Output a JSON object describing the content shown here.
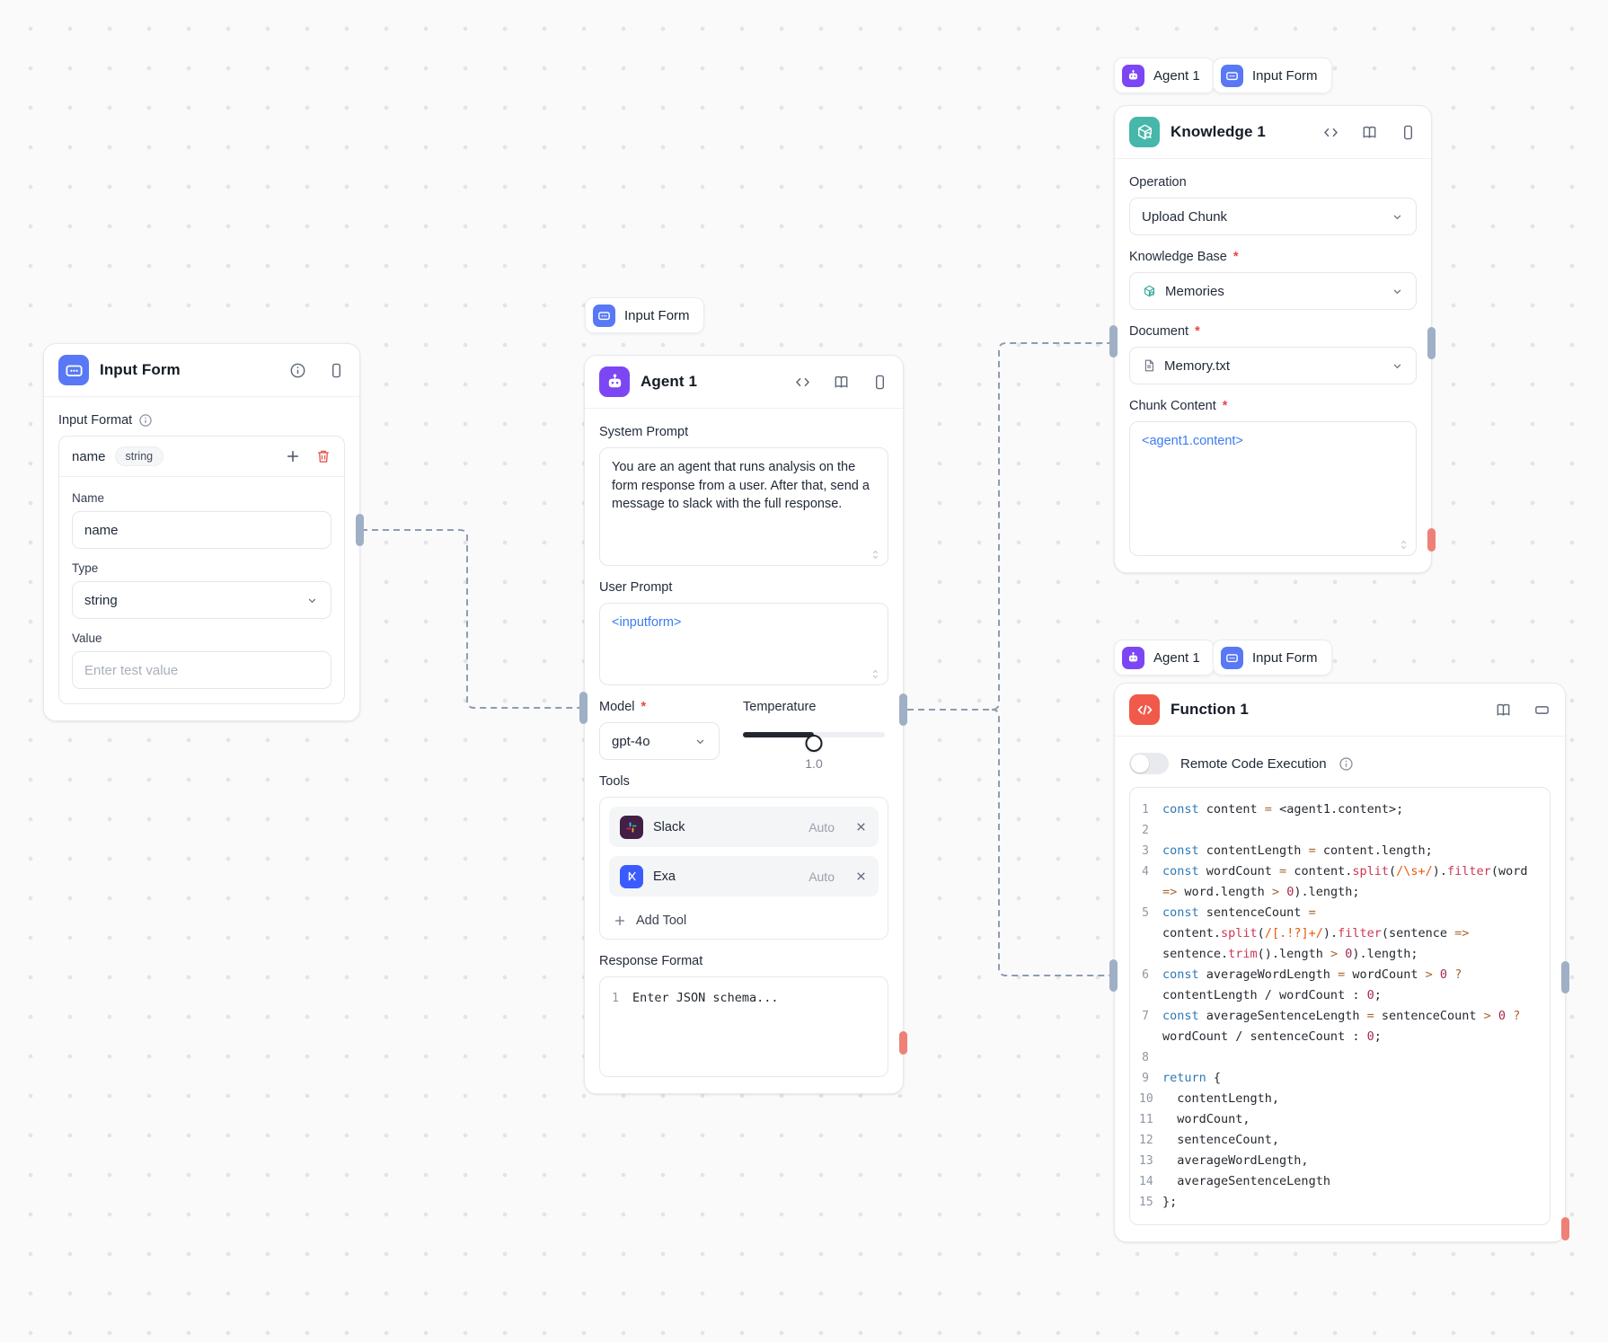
{
  "colors": {
    "input_form_icon": "#5878f6",
    "agent_icon": "#7c46f4",
    "knowledge_icon": "#47b6ab",
    "function_icon": "#f1594b",
    "slack_icon_bg": "#421f44",
    "exa_icon_bg": "#3b5bfd",
    "variable_token": "#3b7cf2",
    "connection_line": "#8e9cb3",
    "io_handle": "#9fb0c6",
    "error_handle": "#ee8077"
  },
  "input_form_node": {
    "title": "Input Form",
    "input_format_label": "Input Format",
    "format_row": {
      "name": "name",
      "type_badge": "string"
    },
    "name_label": "Name",
    "name_value": "name",
    "type_label": "Type",
    "type_value": "string",
    "value_label": "Value",
    "value_placeholder": "Enter test value"
  },
  "agent_node": {
    "chip_label": "Input Form",
    "title": "Agent 1",
    "system_prompt_label": "System Prompt",
    "system_prompt": "You are an agent that runs analysis on the form response from a user. After that, send a message to slack with the full response.",
    "user_prompt_label": "User Prompt",
    "user_prompt": "<inputform>",
    "model_label": "Model",
    "model_value": "gpt-4o",
    "temperature_label": "Temperature",
    "temperature_value": "1.0",
    "tools_label": "Tools",
    "tools": [
      {
        "name": "Slack",
        "mode": "Auto"
      },
      {
        "name": "Exa",
        "mode": "Auto"
      }
    ],
    "add_tool_label": "Add Tool",
    "response_format_label": "Response Format",
    "response_line_number": "1",
    "response_placeholder": "Enter JSON schema..."
  },
  "knowledge_node": {
    "chips": [
      {
        "label": "Agent 1"
      },
      {
        "label": "Input Form"
      }
    ],
    "title": "Knowledge 1",
    "operation_label": "Operation",
    "operation_value": "Upload Chunk",
    "knowledge_base_label": "Knowledge Base",
    "knowledge_base_value": "Memories",
    "document_label": "Document",
    "document_value": "Memory.txt",
    "chunk_content_label": "Chunk Content",
    "chunk_content_value": "<agent1.content>"
  },
  "function_node": {
    "chips": [
      {
        "label": "Agent 1"
      },
      {
        "label": "Input Form"
      }
    ],
    "title": "Function 1",
    "toggle_label": "Remote Code Execution",
    "code_lines": [
      {
        "n": "1",
        "tokens": [
          [
            "kw",
            "const"
          ],
          [
            "id",
            " content "
          ],
          [
            "op",
            "="
          ],
          [
            "id",
            " <agent1.content>;"
          ]
        ]
      },
      {
        "n": "2",
        "tokens": []
      },
      {
        "n": "3",
        "tokens": [
          [
            "kw",
            "const"
          ],
          [
            "id",
            " contentLength "
          ],
          [
            "op",
            "="
          ],
          [
            "id",
            " content.length;"
          ]
        ]
      },
      {
        "n": "4",
        "tokens": [
          [
            "kw",
            "const"
          ],
          [
            "id",
            " wordCount "
          ],
          [
            "op",
            "="
          ],
          [
            "id",
            " content."
          ],
          [
            "fn",
            "split"
          ],
          [
            "id",
            "("
          ],
          [
            "rx",
            "/\\s+/"
          ],
          [
            "id",
            ")."
          ],
          [
            "fn",
            "filter"
          ],
          [
            "id",
            "(word "
          ],
          [
            "op",
            "=>"
          ],
          [
            "id",
            " word.length "
          ],
          [
            "op",
            ">"
          ],
          [
            "id",
            " "
          ],
          [
            "num",
            "0"
          ],
          [
            "id",
            ").length;"
          ]
        ]
      },
      {
        "n": "5",
        "tokens": [
          [
            "kw",
            "const"
          ],
          [
            "id",
            " sentenceCount "
          ],
          [
            "op",
            "="
          ],
          [
            "id",
            " content."
          ],
          [
            "fn",
            "split"
          ],
          [
            "id",
            "("
          ],
          [
            "rx",
            "/[.!?]+/"
          ],
          [
            "id",
            ")."
          ],
          [
            "fn",
            "filter"
          ],
          [
            "id",
            "(sentence "
          ],
          [
            "op",
            "=>"
          ],
          [
            "id",
            " sentence."
          ],
          [
            "fn",
            "trim"
          ],
          [
            "id",
            "().length "
          ],
          [
            "op",
            ">"
          ],
          [
            "id",
            " "
          ],
          [
            "num",
            "0"
          ],
          [
            "id",
            ").length;"
          ]
        ]
      },
      {
        "n": "6",
        "tokens": [
          [
            "kw",
            "const"
          ],
          [
            "id",
            " averageWordLength "
          ],
          [
            "op",
            "="
          ],
          [
            "id",
            " wordCount "
          ],
          [
            "op",
            ">"
          ],
          [
            "id",
            " "
          ],
          [
            "num",
            "0"
          ],
          [
            "id",
            " "
          ],
          [
            "op",
            "?"
          ],
          [
            "id",
            " contentLength / wordCount : "
          ],
          [
            "num",
            "0"
          ],
          [
            "id",
            ";"
          ]
        ]
      },
      {
        "n": "7",
        "tokens": [
          [
            "kw",
            "const"
          ],
          [
            "id",
            " averageSentenceLength "
          ],
          [
            "op",
            "="
          ],
          [
            "id",
            " sentenceCount "
          ],
          [
            "op",
            ">"
          ],
          [
            "id",
            " "
          ],
          [
            "num",
            "0"
          ],
          [
            "id",
            " "
          ],
          [
            "op",
            "?"
          ],
          [
            "id",
            " wordCount / sentenceCount : "
          ],
          [
            "num",
            "0"
          ],
          [
            "id",
            ";"
          ]
        ]
      },
      {
        "n": "8",
        "tokens": []
      },
      {
        "n": "9",
        "tokens": [
          [
            "kw",
            "return"
          ],
          [
            "id",
            " {"
          ]
        ]
      },
      {
        "n": "10",
        "tokens": [
          [
            "id",
            "  contentLength,"
          ]
        ]
      },
      {
        "n": "11",
        "tokens": [
          [
            "id",
            "  wordCount,"
          ]
        ]
      },
      {
        "n": "12",
        "tokens": [
          [
            "id",
            "  sentenceCount,"
          ]
        ]
      },
      {
        "n": "13",
        "tokens": [
          [
            "id",
            "  averageWordLength,"
          ]
        ]
      },
      {
        "n": "14",
        "tokens": [
          [
            "id",
            "  averageSentenceLength"
          ]
        ]
      },
      {
        "n": "15",
        "tokens": [
          [
            "id",
            "};"
          ]
        ]
      }
    ]
  }
}
